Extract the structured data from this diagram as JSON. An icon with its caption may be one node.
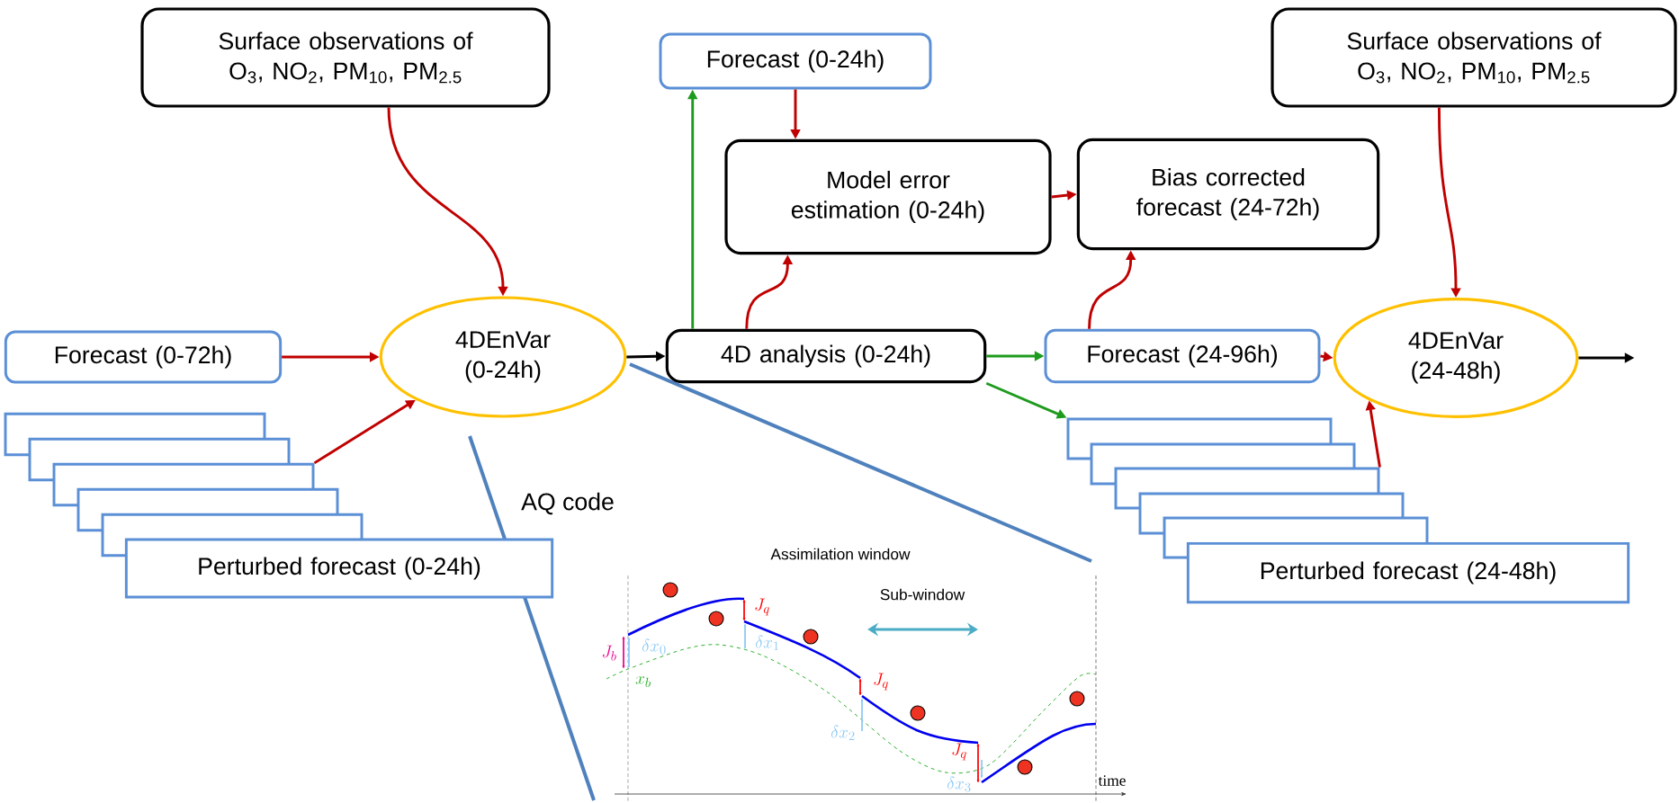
{
  "diagram": {
    "nodes": [
      {
        "text": [
          "Surface observations of O$_{3}$, NO$_{2}$, PM$_{10}$, PM$_{2.5}$"
        ]
      },
      {
        "text": [
          "Forecast (0-72h)"
        ]
      },
      {
        "text": [
          "4DEnVar (0-24h)"
        ]
      },
      {
        "text": [],
        "shape": "box"
      },
      {
        "text": [],
        "shape": "box"
      },
      {
        "text": [],
        "shape": "box"
      },
      {
        "text": [],
        "shape": "box"
      },
      {
        "text": [],
        "shape": "box"
      },
      {
        "text": [
          "Perturbed forecast (0-24h)"
        ]
      },
      {
        "text": [
          "4D analysis (0-24h)"
        ]
      },
      {
        "text": [
          "Forecast (0-24h)"
        ]
      },
      {
        "text": [
          "Model error estimation (0-24h)"
        ]
      },
      {
        "text": [
          "Bias corrected forecast (24-72h)"
        ]
      },
      {
        "text": [
          "Forecast (24-96h)"
        ]
      },
      {
        "text": [],
        "shape": "box"
      },
      {
        "text": [],
        "shape": "box"
      },
      {
        "text": [],
        "shape": "box"
      },
      {
        "text": [],
        "shape": "box"
      },
      {
        "text": [],
        "shape": "box"
      },
      {
        "text": [
          "Perturbed forecast (24-48h)"
        ]
      },
      {
        "text": [
          "Surface observations of O$_{3}$, NO$_{2}$, PM$_{10}$, PM$_{2.5}$"
        ]
      },
      {
        "text": [
          "4DEnVar (24-48h)"
        ]
      }
    ],
    "edges": [
      {
        "from": 0,
        "to": 2,
        "arrow": "to"
      },
      {
        "from": 1,
        "to": 2,
        "arrow": "to"
      },
      {
        "from": 5,
        "to": 2,
        "arrow": "to"
      },
      {
        "from": 2,
        "to": 9,
        "arrow": "to",
        "color": "#000000"
      },
      {
        "from": 9,
        "to": 10,
        "arrow": "to",
        "color": "#1e9b1e"
      },
      {
        "from": 10,
        "to": 11,
        "arrow": "to"
      },
      {
        "from": 9,
        "to": 11,
        "arrow": "to"
      },
      {
        "from": 11,
        "to": 12,
        "arrow": "to"
      },
      {
        "from": 9,
        "to": 13,
        "arrow": "to",
        "color": "#1e9b1e"
      },
      {
        "from": 9,
        "to": 14,
        "arrow": "to",
        "color": "#1e9b1e"
      },
      {
        "from": 13,
        "to": 12,
        "arrow": "to"
      },
      {
        "from": 13,
        "to": 21,
        "arrow": "to"
      },
      {
        "from": 16,
        "to": 21,
        "arrow": "to"
      },
      {
        "from": 20,
        "to": 21,
        "arrow": "to"
      },
      {
        "from": 21,
        "to": null,
        "arrow": "to",
        "color": "#000000"
      }
    ],
    "labels": [
      "AQ code",
      "Assimilation window",
      "Sub-window",
      "J_q",
      "J_b",
      "\\delta x_0",
      "\\delta x_1",
      "x_b",
      "J_q",
      "\\delta x_2",
      "J_q",
      "\\delta x_3",
      "time"
    ]
  }
}
